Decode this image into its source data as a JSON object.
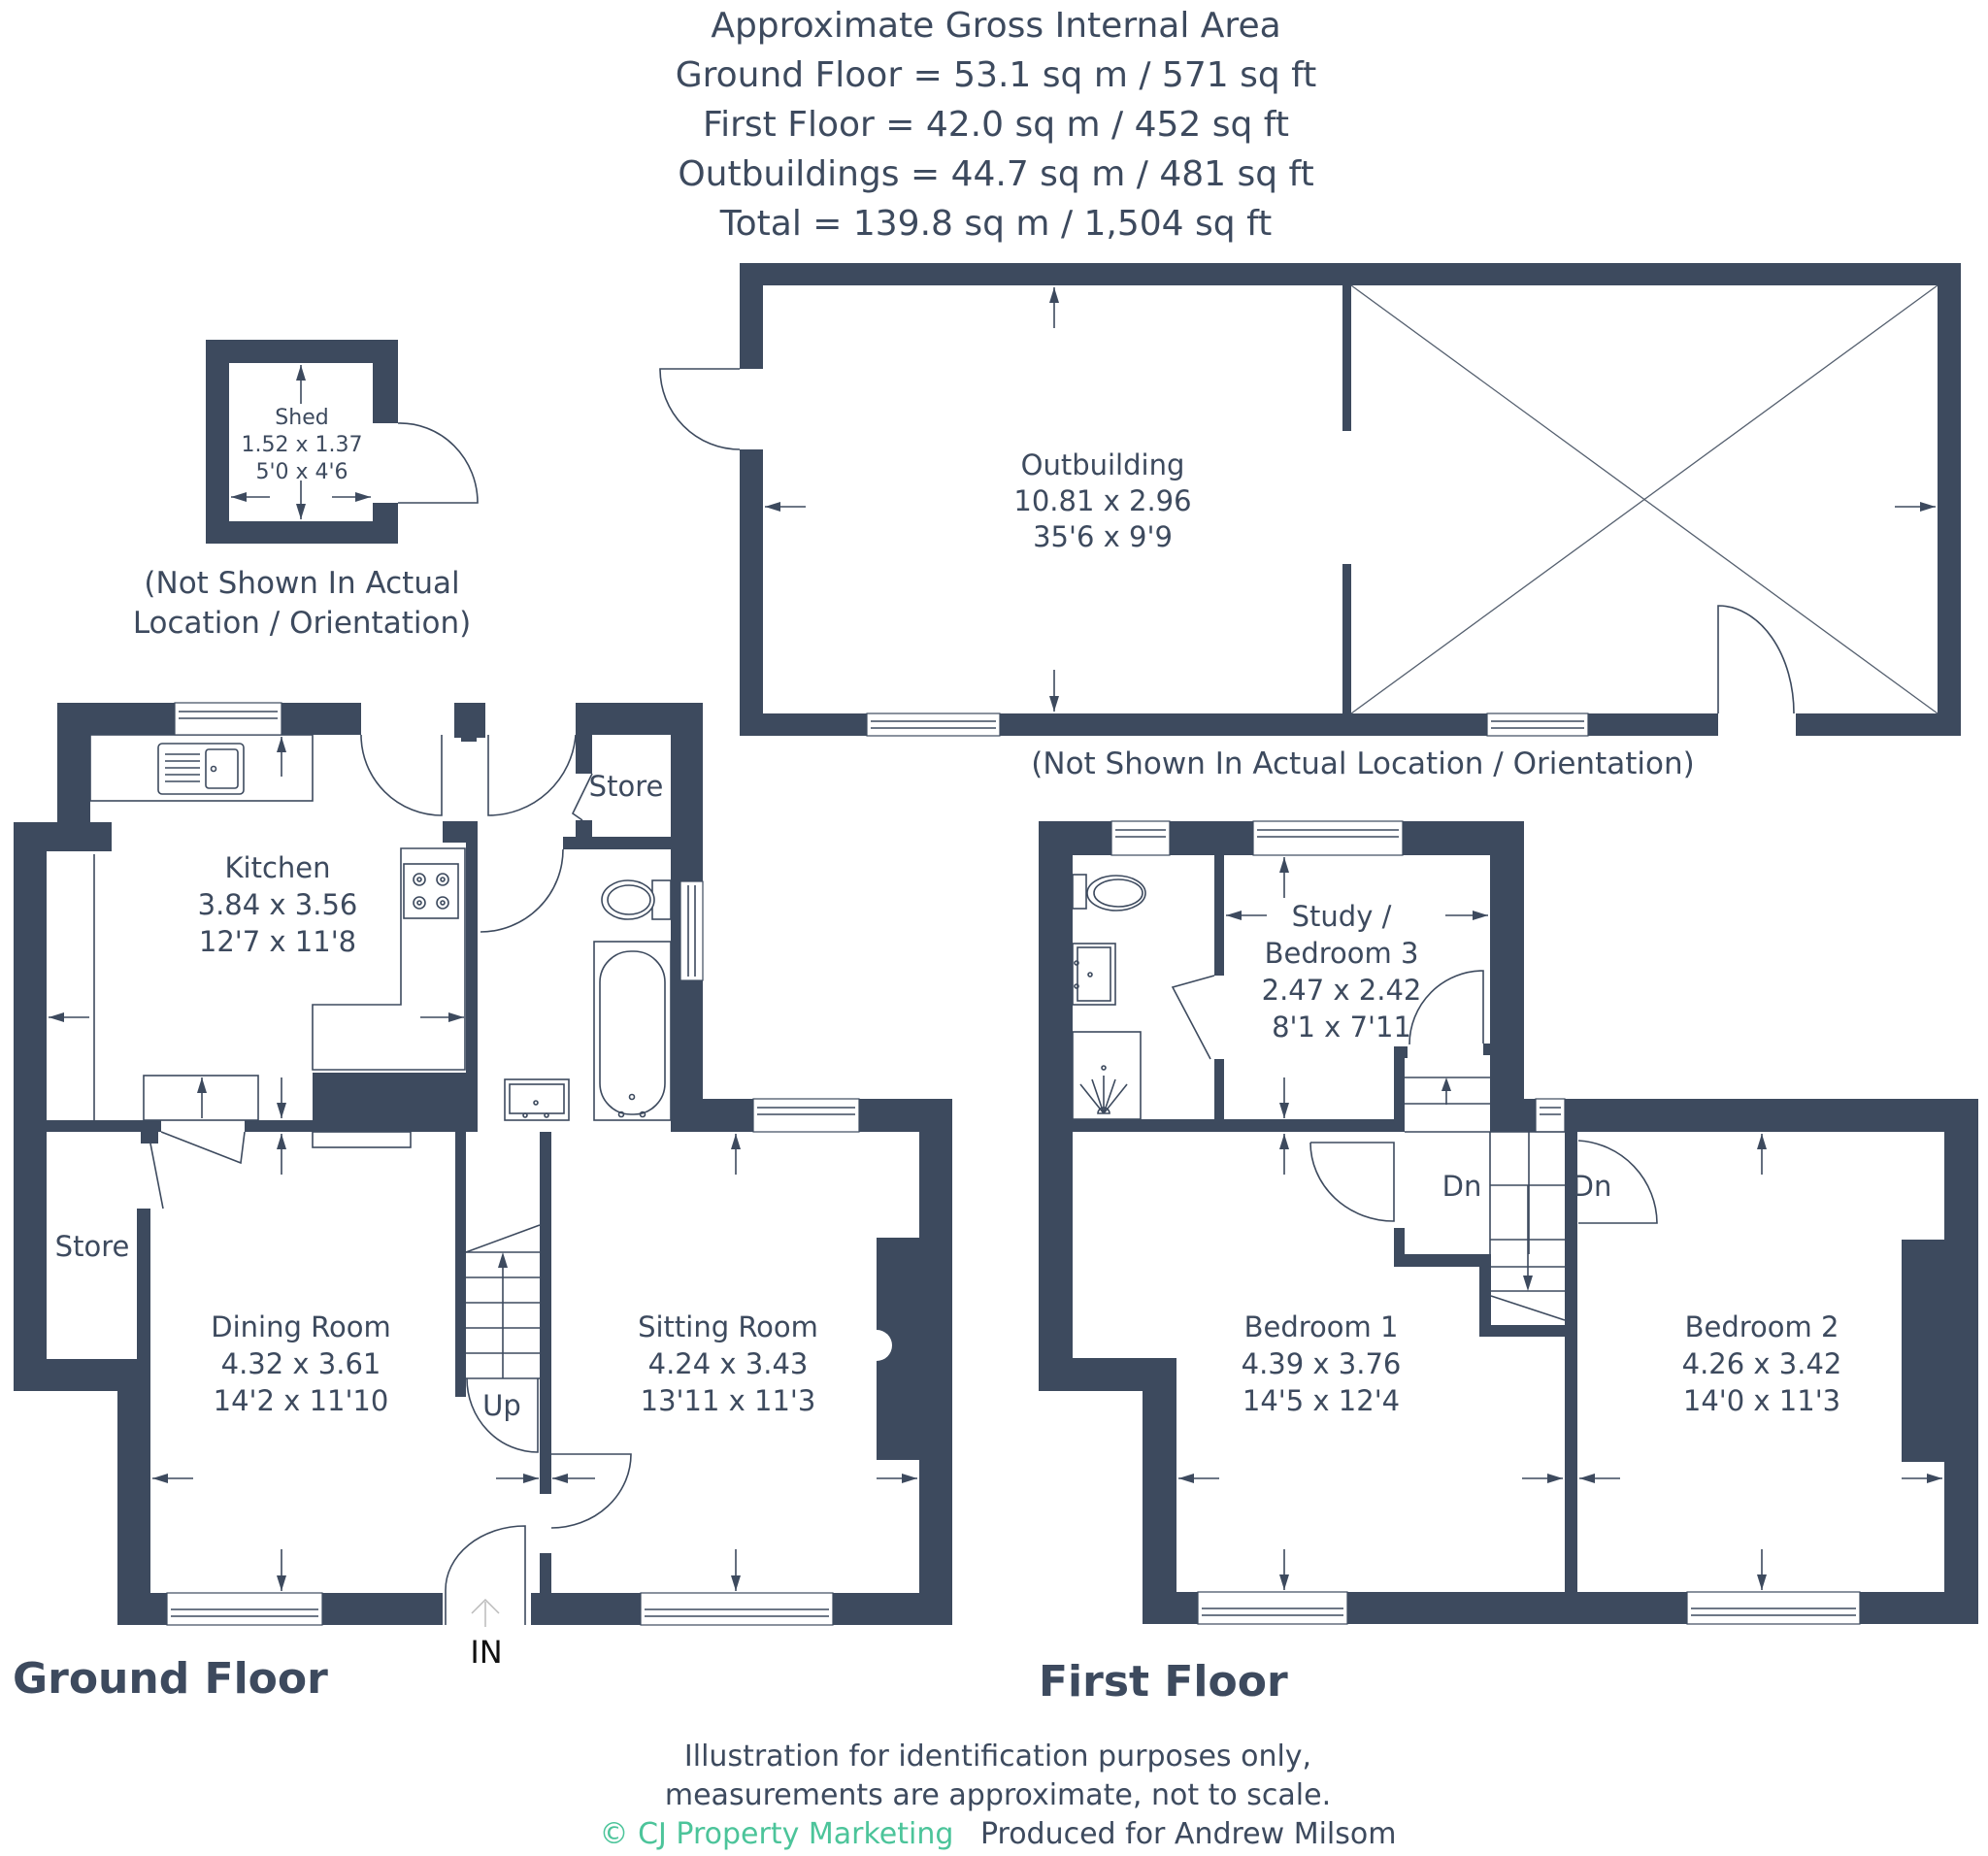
{
  "header": {
    "title": "Approximate Gross Internal Area",
    "areas": [
      "Ground Floor = 53.1 sq m / 571 sq ft",
      "First Floor = 42.0 sq m / 452 sq ft",
      "Outbuildings = 44.7 sq m / 481 sq ft",
      "Total = 139.8 sq m / 1,504 sq ft"
    ]
  },
  "shed": {
    "name": "Shed",
    "metric": "1.52 x 1.37",
    "imperial": "5'0 x 4'6",
    "caption_line1": "(Not Shown In Actual",
    "caption_line2": "Location / Orientation)"
  },
  "outbuilding": {
    "name": "Outbuilding",
    "metric": "10.81 x 2.96",
    "imperial": "35'6 x 9'9",
    "caption": "(Not Shown In Actual Location / Orientation)"
  },
  "ground_floor": {
    "label": "Ground Floor",
    "entrance_label": "IN",
    "stairs_label": "Up",
    "rooms": {
      "kitchen": {
        "name": "Kitchen",
        "metric": "3.84 x 3.56",
        "imperial": "12'7 x 11'8"
      },
      "store_top": {
        "name": "Store"
      },
      "store_left": {
        "name": "Store"
      },
      "dining": {
        "name": "Dining Room",
        "metric": "4.32 x 3.61",
        "imperial": "14'2 x 11'10"
      },
      "sitting": {
        "name": "Sitting Room",
        "metric": "4.24 x 3.43",
        "imperial": "13'11 x 11'3"
      }
    }
  },
  "first_floor": {
    "label": "First Floor",
    "stairs_label_left": "Dn",
    "stairs_label_right": "Dn",
    "rooms": {
      "study": {
        "name_line1": "Study /",
        "name_line2": "Bedroom 3",
        "metric": "2.47 x 2.42",
        "imperial": "8'1 x 7'11"
      },
      "bedroom1": {
        "name": "Bedroom 1",
        "metric": "4.39 x 3.76",
        "imperial": "14'5 x 12'4"
      },
      "bedroom2": {
        "name": "Bedroom 2",
        "metric": "4.26 x 3.42",
        "imperial": "14'0 x 11'3"
      }
    }
  },
  "footer": {
    "disclaimer_line1": "Illustration for identification purposes only,",
    "disclaimer_line2": "measurements are approximate, not to scale.",
    "brand": "© CJ Property Marketing",
    "produced_for": "Produced for Andrew Milsom"
  },
  "colors": {
    "wall": "#3d4a5e",
    "brand": "#4cc49a",
    "background": "#ffffff"
  }
}
